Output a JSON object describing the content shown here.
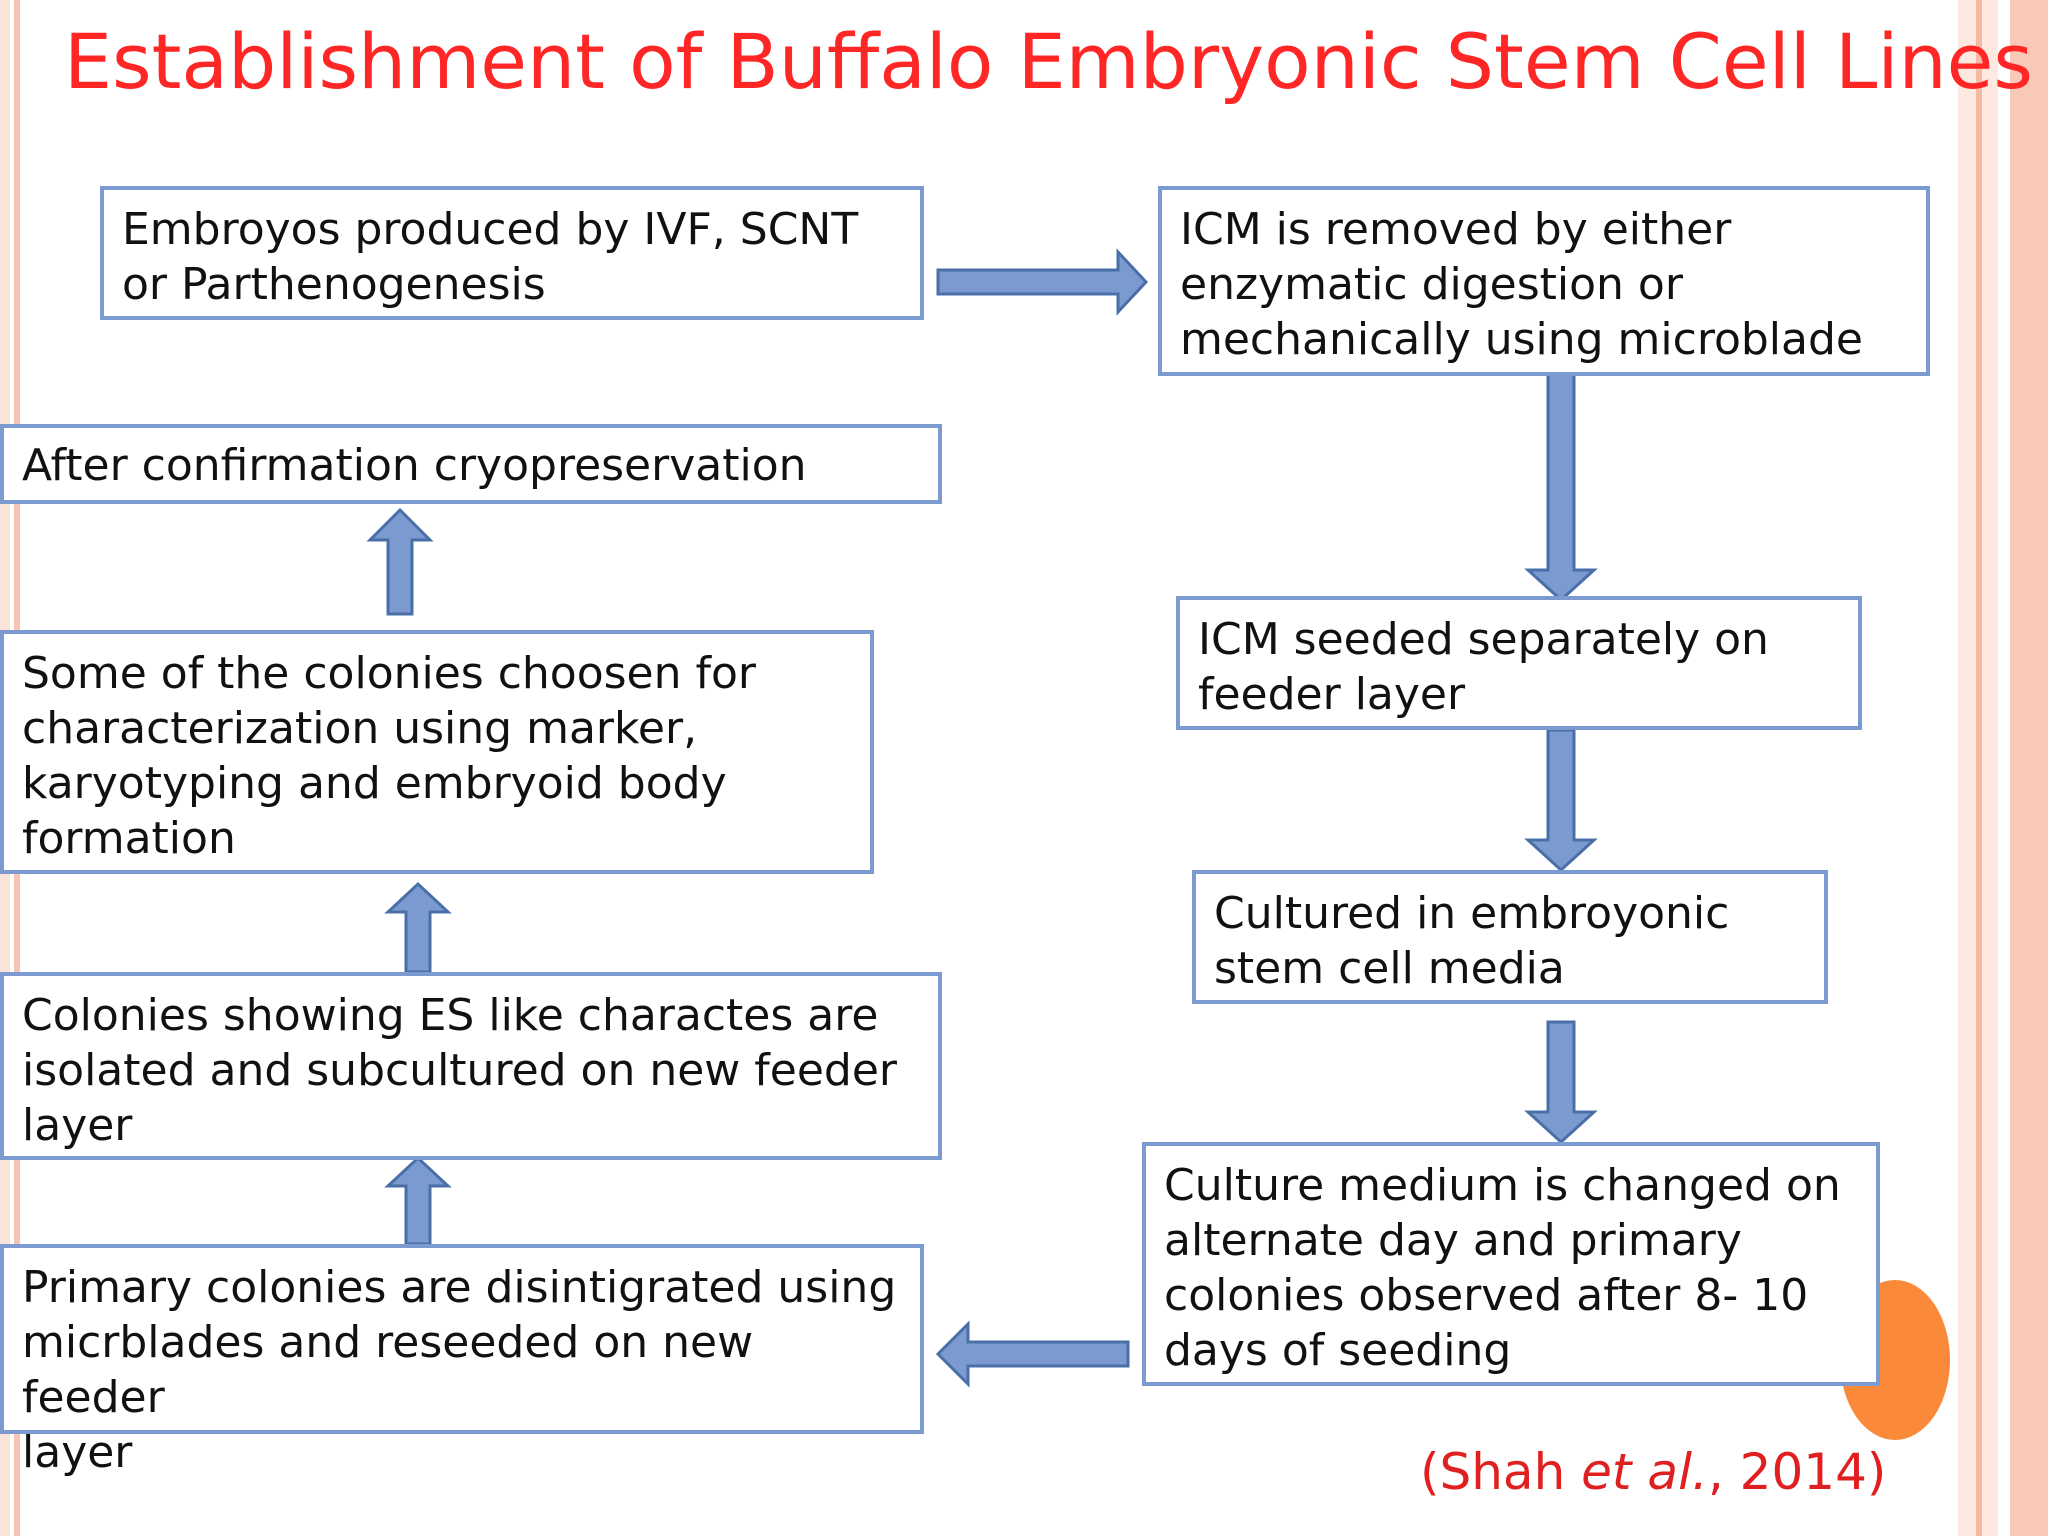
{
  "title": "Establishment of Buffalo  Embryonic Stem Cell Lines",
  "steps": [
    {
      "lines": [
        "Embroyos produced by IVF, SCNT",
        "or Parthenogenesis"
      ]
    },
    {
      "lines": [
        "ICM is removed by either",
        "enzymatic digestion or",
        "mechanically using microblade"
      ]
    },
    {
      "lines": [
        "ICM seeded separately  on",
        "feeder layer"
      ]
    },
    {
      "lines": [
        "Cultured in embroyonic",
        "stem cell media"
      ]
    },
    {
      "lines": [
        "Culture medium is changed on",
        "alternate day and primary",
        "colonies observed after 8- 10",
        "days of seeding"
      ]
    },
    {
      "lines": [
        "Primary colonies are disintigrated using",
        "micrblades and reseeded on new feeder",
        "layer"
      ]
    },
    {
      "lines": [
        "Colonies showing ES like charactes are",
        "isolated and subcultured on new feeder",
        "layer"
      ]
    },
    {
      "lines": [
        "Some of the colonies choosen for",
        "characterization using marker,",
        "karyotyping and embryoid body",
        "formation"
      ]
    },
    {
      "lines": [
        "After confirmation cryopreservation"
      ]
    }
  ],
  "citation": {
    "open": "(Shah ",
    "italic": "et al.",
    "close": ", 2014)"
  },
  "colors": {
    "title": "#ff2626",
    "box_border": "#7b9bd0",
    "arrow_fill": "#7b9bd0",
    "arrow_stroke": "#4a6fa8",
    "citation": "#e02020",
    "accent_circle": "#fa8a3a",
    "side_stripe": "#f6b9a3"
  }
}
